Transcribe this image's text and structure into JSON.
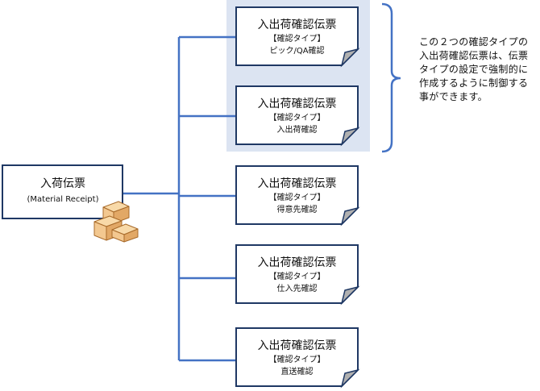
{
  "source_document": {
    "title": "入荷伝票",
    "subtitle": "(Material Receipt)"
  },
  "confirmation_documents": [
    {
      "title": "入出荷確認伝票",
      "type_label": "【確認タイプ】",
      "type_value": "ピック/QA確認",
      "highlighted": true
    },
    {
      "title": "入出荷確認伝票",
      "type_label": "【確認タイプ】",
      "type_value": "入出荷確認",
      "highlighted": true
    },
    {
      "title": "入出荷確認伝票",
      "type_label": "【確認タイプ】",
      "type_value": "得意先確認",
      "highlighted": false
    },
    {
      "title": "入出荷確認伝票",
      "type_label": "【確認タイプ】",
      "type_value": "仕入先確認",
      "highlighted": false
    },
    {
      "title": "入出荷確認伝票",
      "type_label": "【確認タイプ】",
      "type_value": "直送確認",
      "highlighted": false
    }
  ],
  "note": "この２つの確認タイプの入出荷確認伝票は、伝票タイプの設定で強制的に作成するように制御する事ができます。",
  "colors": {
    "connector": "#4472c4",
    "node_border": "#1f3864",
    "highlight_bg": "#dce4f2",
    "dog_ear": "#b0b0b0",
    "box_fill": "#f3c890",
    "box_stroke": "#a86a2a"
  },
  "icons": {
    "source_icon": "cardboard-boxes-icon",
    "document_icon": "dog-ear-document-icon"
  }
}
